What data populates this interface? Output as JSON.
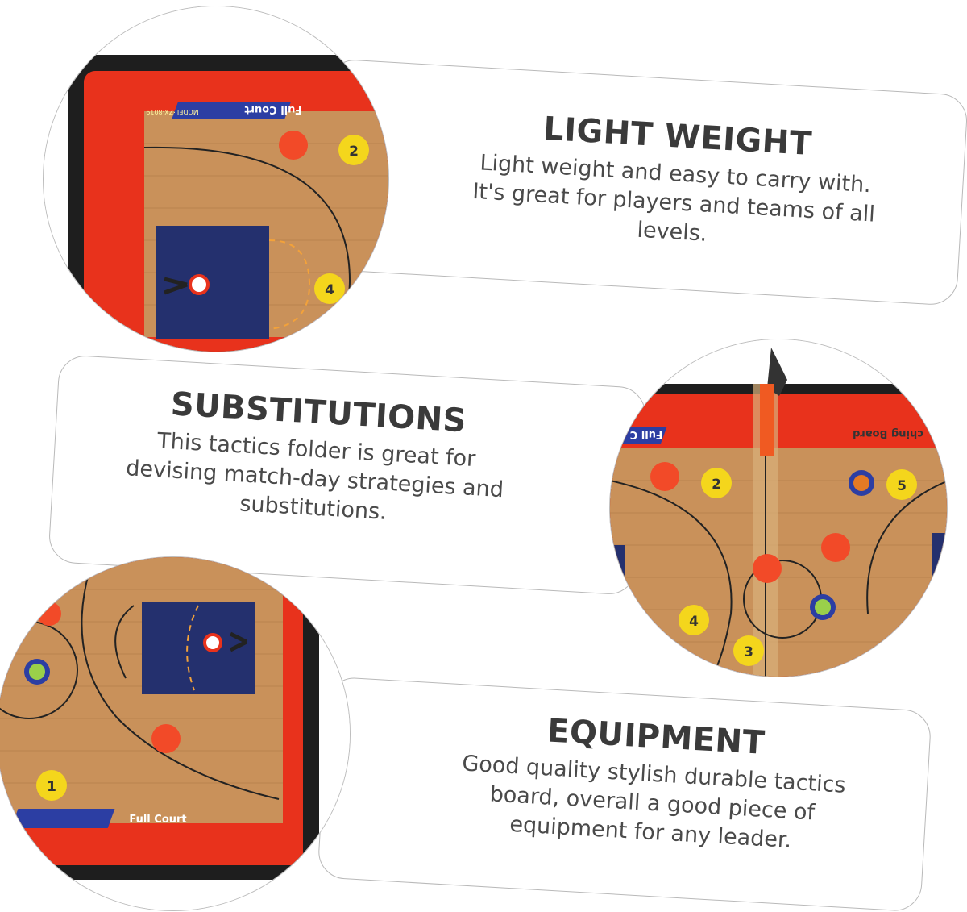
{
  "features": [
    {
      "title": "LIGHT WEIGHT",
      "lines": [
        "Light weight and easy to carry with.",
        "It's great for players and teams of all",
        "levels."
      ]
    },
    {
      "title": "SUBSTITUTIONS",
      "lines": [
        "This tactics folder is great for",
        "devising match-day strategies and",
        "substitutions."
      ]
    },
    {
      "title": "EQUIPMENT",
      "lines": [
        "Good quality stylish durable tactics",
        "board, overall a good piece of",
        "equipment for any leader."
      ]
    }
  ],
  "photos": {
    "board_label_1": "Full Court",
    "board_model": "MODEL:ZX-8019",
    "board_label_2": "Full C",
    "board_label_2b": "ching Board",
    "board_label_3": "Full Court",
    "magnet_numbers": [
      "1",
      "2",
      "3",
      "4",
      "5"
    ]
  },
  "colors": {
    "card_border": "#b9b9b9",
    "frame_red": "#e8321c",
    "court_wood": "#c9915a",
    "court_blue": "#24306e",
    "magnet_red": "#f24a28",
    "magnet_yellow": "#f4d61c"
  }
}
